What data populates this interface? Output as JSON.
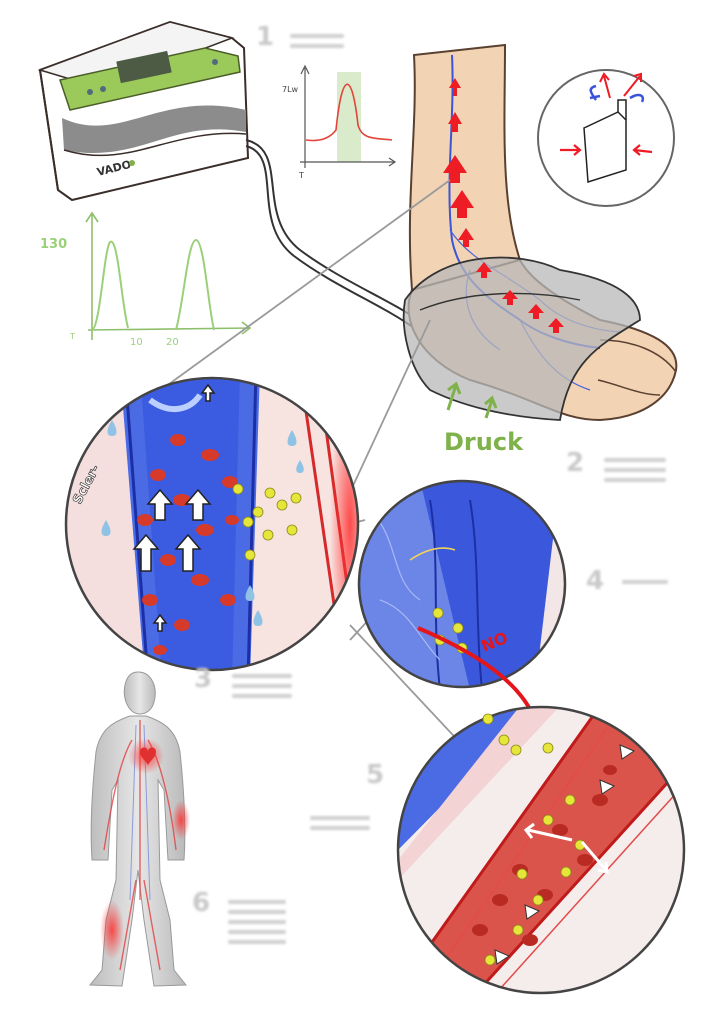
{
  "device": {
    "brand": "VADO"
  },
  "pressure_chart": {
    "y_tick": "130",
    "x_ticks": [
      "T",
      "10",
      "20"
    ]
  },
  "small_chart": {
    "y_label": "7Lw",
    "x_label": "T"
  },
  "labels": {
    "druck": "Druck",
    "no": "NO",
    "sclerosis": "Scler-"
  },
  "steps": [
    "1",
    "2",
    "3",
    "4",
    "5",
    "6"
  ],
  "colors": {
    "vein_blue": "#3a55d9",
    "artery_red": "#d63030",
    "arrow_red": "#ee1c24",
    "no_particle": "#e6e63a",
    "accent_green": "#7fb24a",
    "skin": "#f2d3b3"
  }
}
